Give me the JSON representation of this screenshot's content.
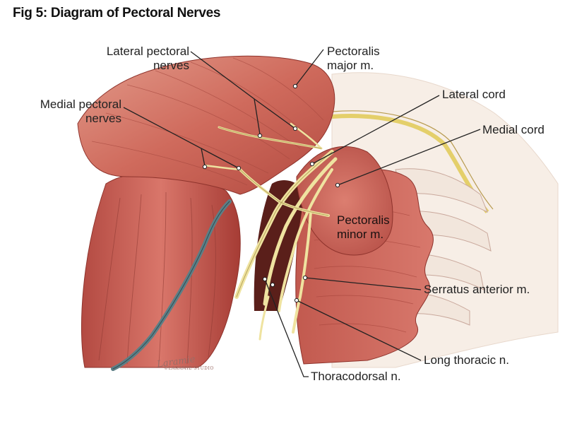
{
  "title": "Fig 5: Diagram of Pectoral Nerves",
  "colors": {
    "muscle": "#c85a4e",
    "muscle_dark": "#9c3a32",
    "muscle_light": "#e08a7c",
    "nerve": "#efe3a0",
    "cartilage": "#f2e6dc",
    "vein": "#5d7f86",
    "skin": "#f7eee6",
    "fat_line": "#e4cf6a",
    "leader": "#222222"
  },
  "labels": {
    "lateral_pectoral_nerves": [
      "Lateral pectoral",
      "nerves"
    ],
    "pectoralis_major": [
      "Pectoralis",
      "major m."
    ],
    "medial_pectoral_nerves": [
      "Medial pectoral",
      "nerves"
    ],
    "lateral_cord": "Lateral cord",
    "medial_cord": "Medial cord",
    "pectoralis_minor": [
      "Pectoralis",
      "minor m."
    ],
    "serratus_anterior": "Serratus anterior m.",
    "long_thoracic": "Long thoracic n.",
    "thoracodorsal": "Thoracodorsal n."
  },
  "signature": {
    "script": "Laramie",
    "studio": "©LARAMIE STUDIO"
  }
}
